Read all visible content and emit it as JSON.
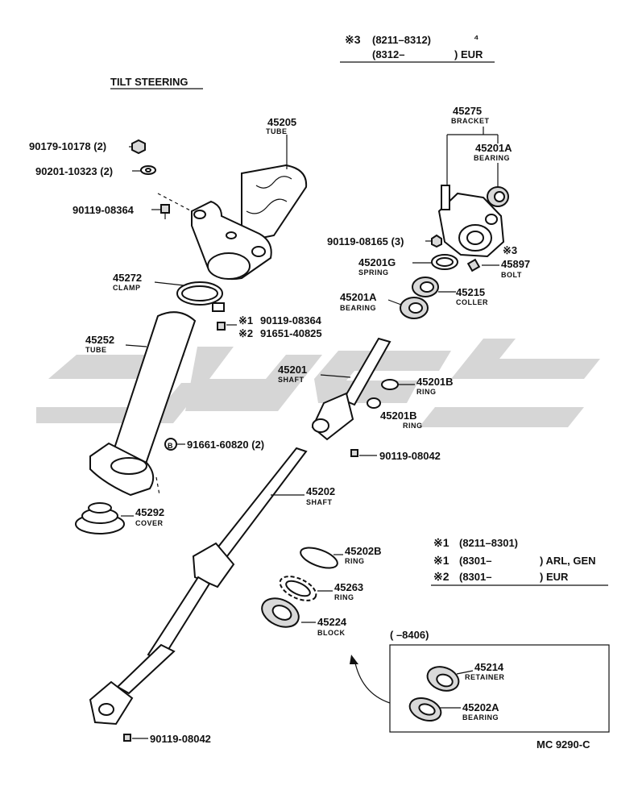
{
  "title": "TILT STEERING",
  "watermark_color": "#cfcfcf",
  "note_top": {
    "row1_mark": "※3",
    "row1_range": "(8211–8312)",
    "row1_extra": "⁴",
    "row2_range": "(8312–",
    "row2_region": ") EUR"
  },
  "note_mid": {
    "r1_mark": "※1",
    "r1_range": "(8211–8301)",
    "r2_mark": "※1",
    "r2_range": "(8301–",
    "r2_region": ") ARL, GEN",
    "r3_mark": "※2",
    "r3_range": "(8301–",
    "r3_region": ") EUR"
  },
  "inset_range": "(      –8406)",
  "diagram_code": "MC 9290-C",
  "parts": {
    "p45205": {
      "num": "45205",
      "label": "TUBE"
    },
    "p45275": {
      "num": "45275",
      "label": "BRACKET"
    },
    "p45201A_top": {
      "num": "45201A",
      "label": "BEARING"
    },
    "p45272": {
      "num": "45272",
      "label": "CLAMP"
    },
    "p45201G": {
      "num": "45201G",
      "label": "SPRING"
    },
    "p45897": {
      "num": "45897",
      "label": "BOLT"
    },
    "p45201A_mid": {
      "num": "45201A",
      "label": "BEARING"
    },
    "p45215": {
      "num": "45215",
      "label": "COLLER"
    },
    "p45252": {
      "num": "45252",
      "label": "TUBE"
    },
    "p45201": {
      "num": "45201",
      "label": "SHAFT"
    },
    "p45201B_1": {
      "num": "45201B",
      "label": "RING"
    },
    "p45201B_2": {
      "num": "45201B",
      "label": "RING"
    },
    "p45202": {
      "num": "45202",
      "label": "SHAFT"
    },
    "p45292": {
      "num": "45292",
      "label": "COVER"
    },
    "p45202B": {
      "num": "45202B",
      "label": "RING"
    },
    "p45263": {
      "num": "45263",
      "label": "RING"
    },
    "p45224": {
      "num": "45224",
      "label": "BLOCK"
    },
    "p45214": {
      "num": "45214",
      "label": "RETAINER"
    },
    "p45202A": {
      "num": "45202A",
      "label": "BEARING"
    }
  },
  "hardware": {
    "h1": "90179-10178 (2)",
    "h2": "90201-10323 (2)",
    "h3": "90119-08364",
    "h4": "90119-08165 (3)",
    "h5_mark": "※3",
    "h6_mark": "※1",
    "h6": "90119-08364",
    "h7_mark": "※2",
    "h7": "91651-40825",
    "h8_mark": "B",
    "h8": "91661-60820 (2)",
    "h9": "90119-08042",
    "h10": "90119-08042"
  }
}
